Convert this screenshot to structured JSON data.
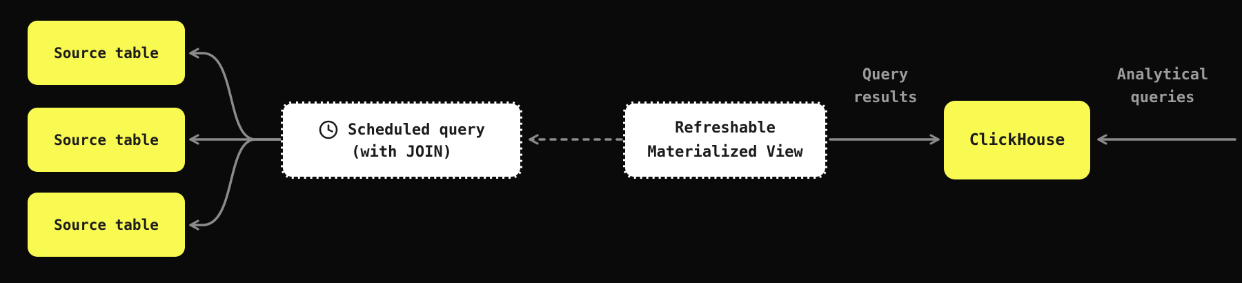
{
  "nodes": {
    "source_tables": [
      {
        "label": "Source table"
      },
      {
        "label": "Source table"
      },
      {
        "label": "Source table"
      }
    ],
    "scheduled_query": {
      "icon": "clock-icon",
      "line1": "Scheduled query",
      "line2": "(with JOIN)"
    },
    "materialized_view": {
      "line1": "Refreshable",
      "line2": "Materialized View"
    },
    "clickhouse": {
      "label": "ClickHouse"
    }
  },
  "edge_labels": {
    "query_results": {
      "line1": "Query",
      "line2": "results"
    },
    "analytical_queries": {
      "line1": "Analytical",
      "line2": "queries"
    }
  },
  "colors": {
    "background": "#0a0a0a",
    "node_yellow": "#f8f951",
    "node_white": "#ffffff",
    "node_text": "#1b1b1b",
    "arrow_gray": "#8b8b8b",
    "label_gray": "#9c9c9c"
  }
}
